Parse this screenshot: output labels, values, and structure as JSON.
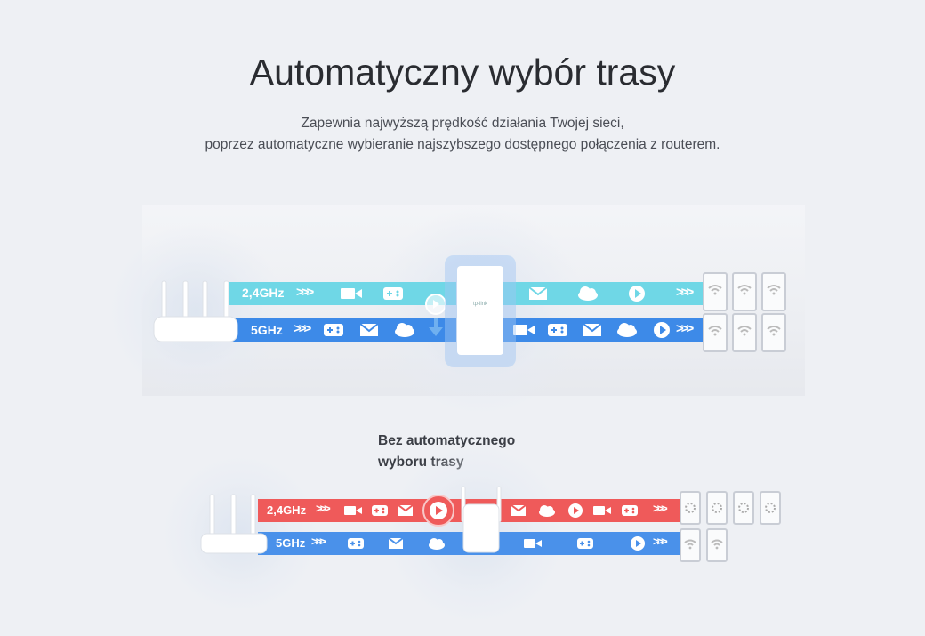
{
  "header": {
    "title": "Automatyczny wybór trasy",
    "subtitle_line1": "Zapewnia najwyższą prędkość działania Twojej sieci,",
    "subtitle_line2": "poprzez automatyczne wybieranie najszybszego dostępnego połączenia z routerem."
  },
  "top_diagram": {
    "band_24": "2,4GHz",
    "band_5": "5GHz",
    "chevrons": ">>>"
  },
  "bottom_diagram": {
    "caption_line1": "Bez automatycznego",
    "caption_line2": "wyboru trasy",
    "band_24": "2,4GHz",
    "band_5": "5GHz",
    "chevrons": ">>>"
  },
  "colors": {
    "band_24_auto": "#6fd7e6",
    "band_5_auto": "#3d8ae8",
    "band_24_manual": "#ef5a5a",
    "band_5_manual": "#4a91ea"
  }
}
